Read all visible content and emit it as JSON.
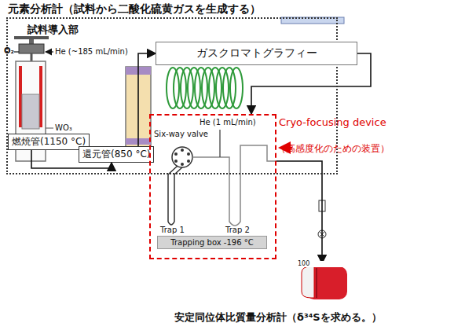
{
  "diagram": {
    "nodes": [
      {
        "text": [
          "元素分析計（試料から二酸化硫黄ガスを生成する）"
        ]
      },
      {
        "text": [
          "燃焼管(1150 °C)"
        ],
        "in": 0
      },
      {
        "text": [
          "還元管(850 °C)"
        ],
        "in": 0
      },
      {
        "text": [
          "ガスクロマトグラフィー"
        ]
      },
      {
        "text": [
          "Cryo-focusing device",
          "（高感度化のための装置）"
        ]
      },
      {
        "text": [
          "Trapping box -196 °C"
        ],
        "in": 4
      },
      {
        "text": [
          "100",
          "安定同位体比質量分析計（δ³⁴Sを求める。）"
        ]
      }
    ],
    "edges": [
      {
        "from": 1,
        "to": 2,
        "arrow": "to"
      },
      {
        "from": 2,
        "to": 3,
        "arrow": "to"
      },
      {
        "from": 3,
        "to": 4,
        "arrow": "to"
      },
      {
        "from": 4,
        "to": 6,
        "arrow": "to"
      }
    ],
    "labels": [
      "試料導入部",
      "O₂",
      "He (~185 mL/min)",
      "WO₃",
      "Six-way valve",
      "He (1 mL/min)",
      "Trap 1",
      "Trap 2"
    ]
  }
}
